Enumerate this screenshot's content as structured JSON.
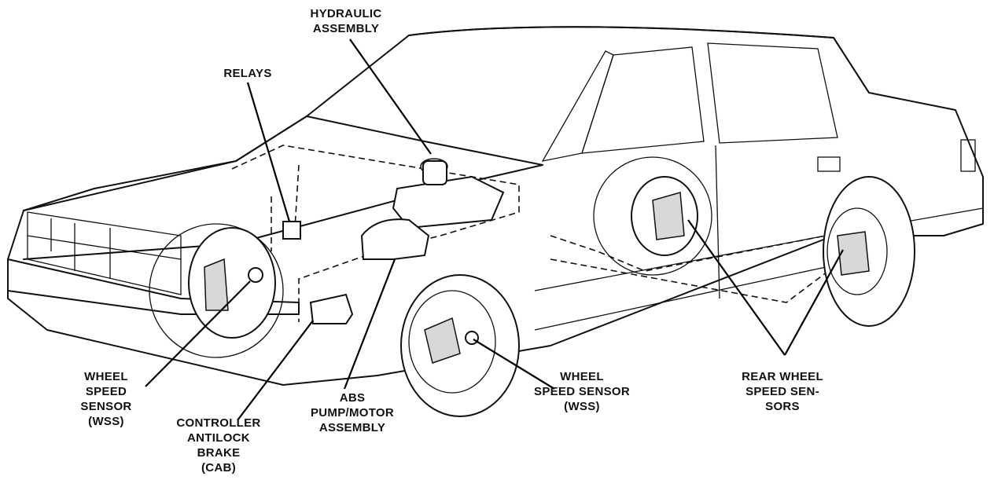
{
  "labels": {
    "hydraulic": [
      "HYDRAULIC",
      "ASSEMBLY"
    ],
    "relays": [
      "RELAYS"
    ],
    "wss_front_left": [
      "WHEEL",
      "SPEED",
      "SENSOR",
      "(WSS)"
    ],
    "controller": [
      "CONTROLLER",
      "ANTILOCK",
      "BRAKE",
      "(CAB)"
    ],
    "abs_pump": [
      "ABS",
      "PUMP/MOTOR",
      "ASSEMBLY"
    ],
    "wss_front_right": [
      "WHEEL",
      "SPEED SENSOR",
      "(WSS)"
    ],
    "rear_wss": [
      "REAR WHEEL",
      "SPEED SEN-",
      "SORS"
    ]
  }
}
